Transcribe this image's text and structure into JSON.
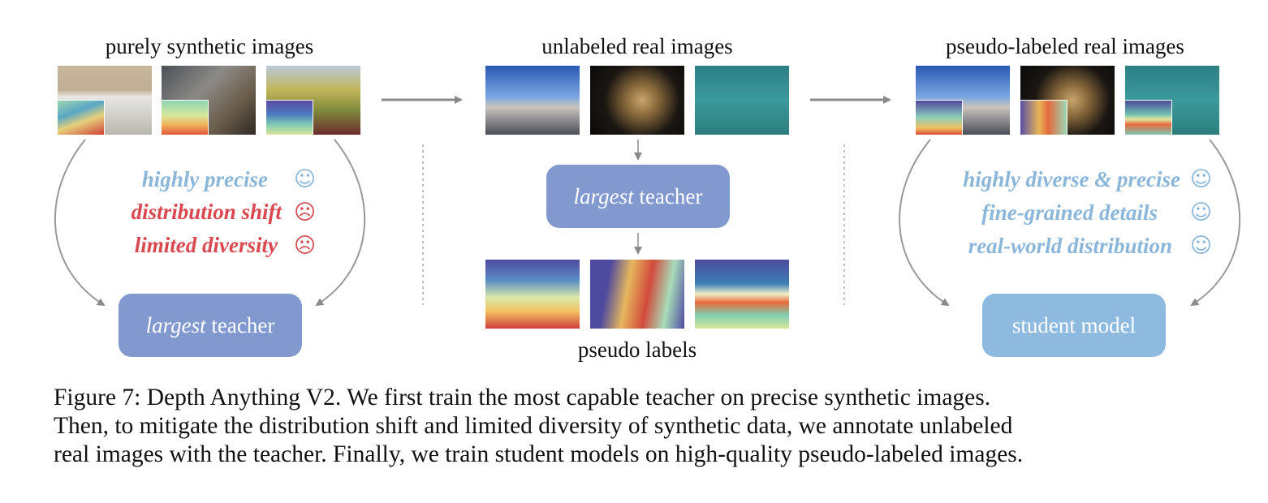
{
  "titles": {
    "synthetic": "purely synthetic images",
    "unlabeled": "unlabeled real images",
    "pseudo_labeled": "pseudo-labeled real images",
    "pseudo_labels": "pseudo labels"
  },
  "left_properties": [
    {
      "text": "highly precise",
      "icon": "smiley-icon",
      "color": "#8ab6da"
    },
    {
      "text": "distribution shift",
      "icon": "frown-icon",
      "color": "#d9484f"
    },
    {
      "text": "limited diversity",
      "icon": "frown-icon",
      "color": "#d9484f"
    }
  ],
  "right_properties": [
    {
      "text": "highly diverse & precise",
      "icon": "smiley-icon",
      "color": "#8ab6da"
    },
    {
      "text": "fine-grained details",
      "icon": "smiley-icon",
      "color": "#8ab6da"
    },
    {
      "text": "real-world distribution",
      "icon": "smiley-icon",
      "color": "#8ab6da"
    }
  ],
  "faces": {
    "smile": "☺",
    "frown": "☹"
  },
  "teacher": {
    "italic": "largest",
    "rest": " teacher",
    "color": "#8299cf"
  },
  "student": {
    "label": "student model",
    "color": "#8fbadf"
  },
  "caption": [
    "Figure 7: Depth Anything V2. We first train the most capable teacher on precise synthetic images.",
    "Then, to mitigate the distribution shift and limited diversity of synthetic data, we annotate unlabeled",
    "real images with the teacher. Finally, we train student models on high-quality pseudo-labeled images."
  ]
}
